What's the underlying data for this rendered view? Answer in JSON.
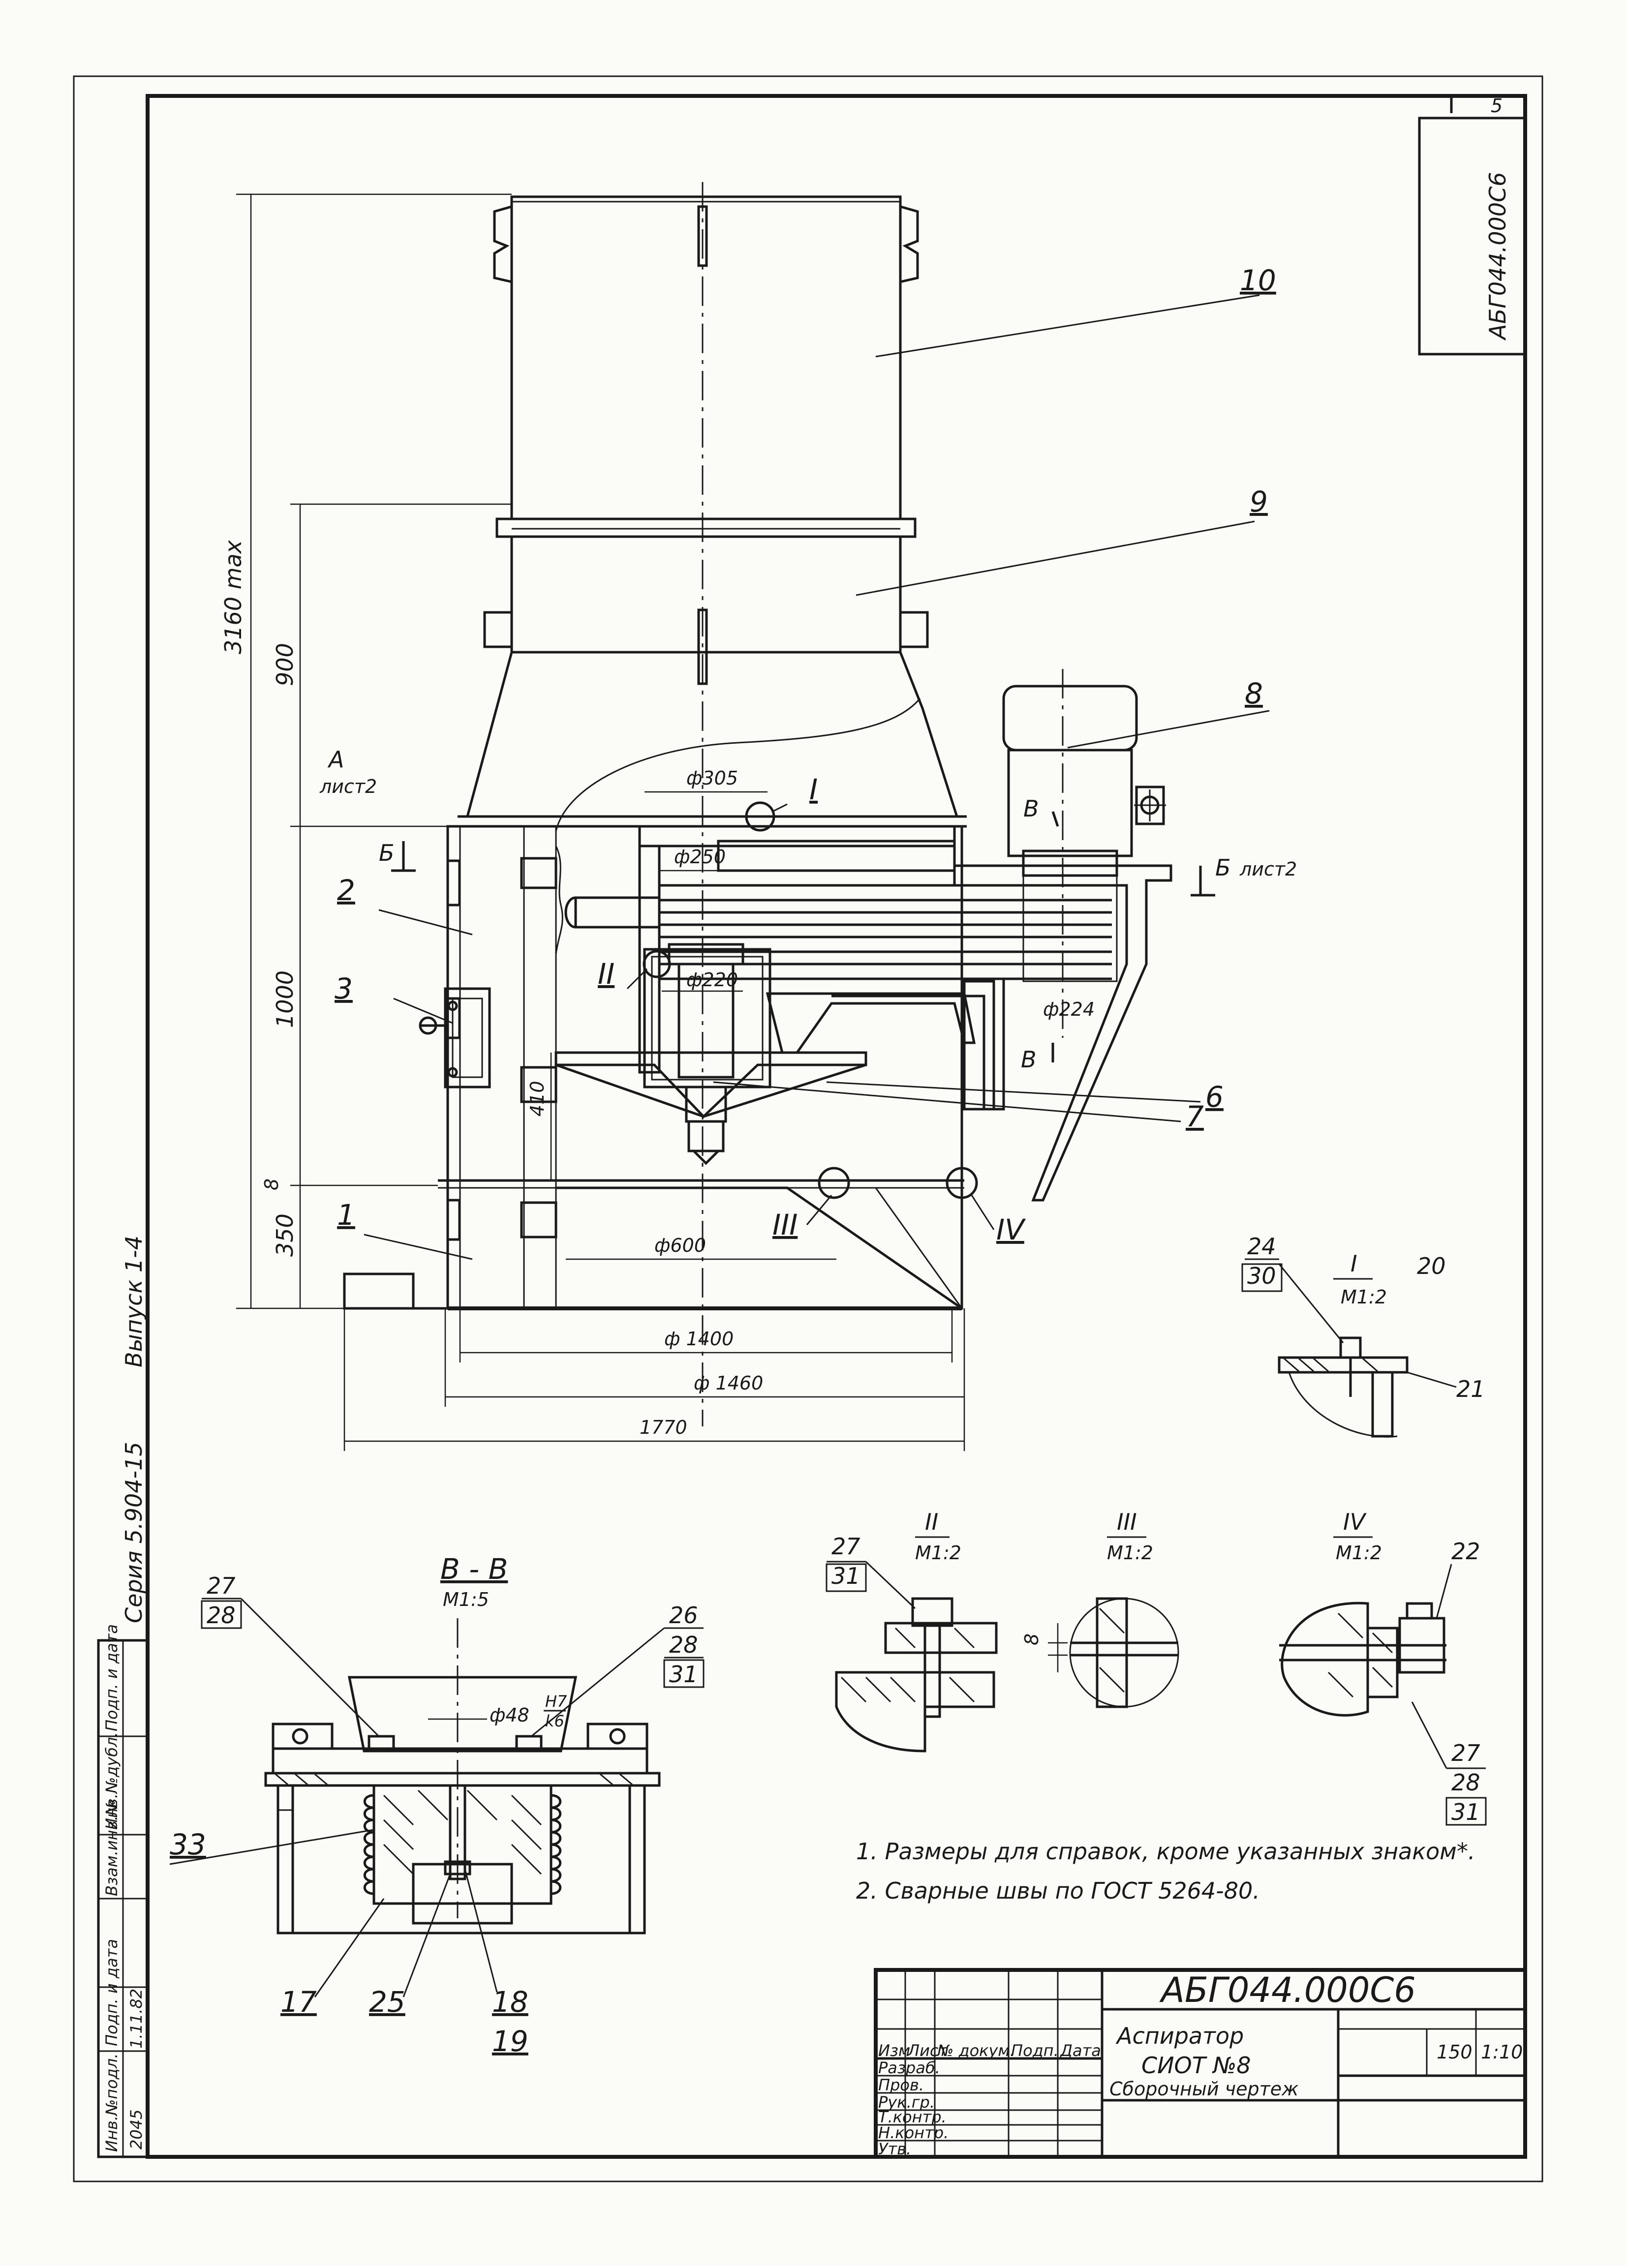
{
  "sheet": {
    "sheet_number": "5",
    "side_code": "АБГ044.000С6",
    "series": "Серия 5.904-15",
    "issue": "Выпуск 1-4"
  },
  "main_view": {
    "dims": {
      "total_height": "3160 max",
      "h900": "900",
      "h1000": "1000",
      "h350": "350",
      "h410": "410",
      "h8": "8",
      "d305": "ф305",
      "d250": "ф250",
      "d220": "ф220",
      "d224": "ф224",
      "d600": "ф600",
      "d1400": "ф 1400",
      "d1460": "ф 1460",
      "w1770": "1770"
    },
    "section_marks": {
      "A": "A",
      "A_sheet": "лист2",
      "B": "Б",
      "B_sheet": "лист2",
      "V": "В"
    },
    "parts": [
      "1",
      "2",
      "3",
      "6",
      "7",
      "8",
      "9",
      "10"
    ],
    "details": [
      "I",
      "II",
      "III",
      "IV"
    ]
  },
  "detail_I": {
    "title": "I",
    "scale": "M1:2",
    "labels": [
      "24",
      "30",
      "20",
      "21"
    ]
  },
  "detail_II": {
    "title": "II",
    "scale": "M1:2",
    "labels": [
      "27",
      "31"
    ]
  },
  "detail_III": {
    "title": "III",
    "scale": "M1:2",
    "dim": "8"
  },
  "detail_IV": {
    "title": "IV",
    "scale": "M1:2",
    "labels": [
      "22",
      "27",
      "28",
      "31"
    ]
  },
  "section_VV": {
    "title": "В - В",
    "scale": "M1:5",
    "dim": "ф48",
    "fit_top": "H7",
    "fit_bottom": "k6",
    "labels": [
      "27",
      "28",
      "26",
      "28",
      "31",
      "33",
      "17",
      "25",
      "18",
      "19"
    ]
  },
  "notes": [
    "1. Размеры для справок, кроме указанных знаком*.",
    "2. Сварные швы по ГОСТ 5264-80."
  ],
  "title_block": {
    "code": "АБГ044.000С6",
    "name_line1": "Аспиратор",
    "name_line2": "СИОТ №8",
    "doc_type": "Сборочный чертеж",
    "mass": "150",
    "scale": "1:10",
    "headers": [
      "Изм",
      "Лист",
      "№ докум.",
      "Подп.",
      "Дата"
    ],
    "roles": [
      "Разраб.",
      "Пров.",
      "Рук.гр.",
      "Т.контр.",
      "Н.контр.",
      "Утв."
    ]
  },
  "left_strip": {
    "labels": [
      "Инв.№подл.",
      "Подп. и дата",
      "Взам.инв.№",
      "Инв.№дубл.",
      "Подп. и дата"
    ],
    "values": [
      "2045",
      "1.11.82"
    ]
  }
}
